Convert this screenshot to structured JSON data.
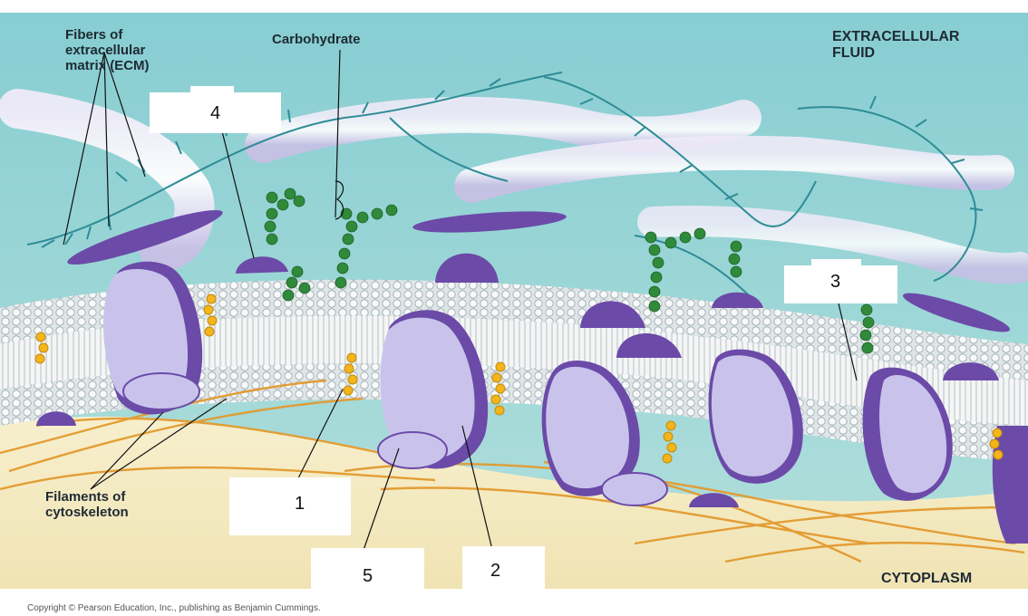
{
  "labels": {
    "ecm": "Fibers of\nextracellular\nmatrix (ECM)",
    "carbohydrate": "Carbohydrate",
    "extracellular": "EXTRACELLULAR\nFLUID",
    "cytoskeleton": "Filaments of\ncytoskeleton",
    "cytoplasm": "CYTOPLASM"
  },
  "blanks": [
    "4",
    "3",
    "1",
    "5",
    "2"
  ],
  "copyright": "Copyright © Pearson Education, Inc., publishing as Benjamin Cummings.",
  "colors": {
    "extracellular": "#8ccfd3",
    "cytoplasm": "#f5ecc4",
    "protein": "#c9c3ec",
    "protein_dark": "#6b4aa8",
    "cholesterol": "#f2b51c",
    "carbohydrate": "#2f8a3a",
    "filament": "#e8a23a",
    "fiber": "#2e8c96"
  }
}
